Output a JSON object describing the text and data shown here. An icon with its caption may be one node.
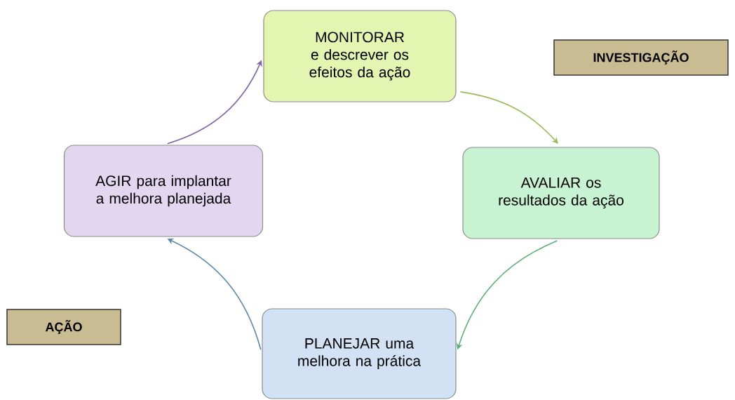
{
  "diagram": {
    "nodes": [
      {
        "text": [
          "MONITORAR e descrever os efeitos da ação"
        ]
      },
      {
        "text": [
          "AVALIAR os resultados da ação"
        ]
      },
      {
        "text": [
          "PLANEJAR uma melhora na prática"
        ]
      },
      {
        "text": [
          "AGIR para implantar a melhora planejada"
        ]
      },
      {
        "text": [
          "INVESTIGAÇÃO"
        ]
      },
      {
        "text": [
          "AÇÃO"
        ]
      }
    ],
    "edges": [
      {
        "from": 0,
        "to": 1,
        "arrow": "to",
        "color": "#9bbb59"
      },
      {
        "from": 1,
        "to": 2,
        "arrow": "to",
        "color": "#5aae7a"
      },
      {
        "from": 2,
        "to": 3,
        "arrow": "to",
        "color": "#5b88a8"
      },
      {
        "from": 3,
        "to": 0,
        "arrow": "to",
        "color": "#8064a2"
      }
    ]
  }
}
